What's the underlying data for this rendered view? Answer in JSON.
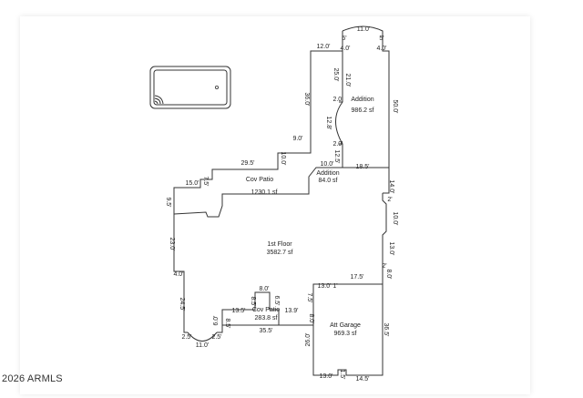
{
  "copyright": "2026 ARMLS",
  "colors": {
    "line": "#333333",
    "text": "#222222",
    "background": "#ffffff"
  },
  "areas": {
    "addition_main": {
      "name": "Addition",
      "sf": "986.2 sf"
    },
    "addition_small": {
      "name": "Addition",
      "sf": "84.0 sf"
    },
    "cov_patio_top": {
      "name": "Cov Patio",
      "sf": "1230.1 sf"
    },
    "first_floor": {
      "name": "1st Floor",
      "sf": "3582.7 sf"
    },
    "cov_patio_bottom": {
      "name": "Cov Patio",
      "sf": "283.8 sf"
    },
    "garage": {
      "name": "Att Garage",
      "sf": "969.3 sf"
    }
  },
  "dimensions": {
    "d_11_top": "11.0'",
    "d_5a": "5'",
    "d_5b": "5'",
    "d_4a": "4.0'",
    "d_4b": "4.0'",
    "d_12": "12.0'",
    "d_25": "25.0'",
    "d_21": "21.0'",
    "d_50": "50.0'",
    "d_36": "36.0'",
    "d_2a": "2.0'",
    "d_128": "12.8'",
    "d_2b": "2.0'",
    "d_9": "9.0'",
    "d_125": "12.5'",
    "d_10a": "10.0'",
    "d_295": "29.5'",
    "d_10b": "10.0'",
    "d_185": "18.5'",
    "d_15": "15.0'",
    "d_75": "7.5'",
    "d_95": "9.5'",
    "d_14": "14.0'",
    "d_2c": "2'",
    "d_10c": "10.0'",
    "d_23": "23.0'",
    "d_13a": "13.0'",
    "d_2d": "2'",
    "d_4c": "4.0'",
    "d_8a": "8.0'",
    "d_175": "17.5'",
    "d_13b": "13.0'",
    "d_1a": "1'",
    "d_8b": "8.0'",
    "d_245": "24.5'",
    "d_85": "8.5'",
    "d_65": "6.5'",
    "d_75b": "7.5'",
    "d_135": "13.5'",
    "d_139": "13.9'",
    "d_6": "6.0'",
    "d_8c": "8.5'",
    "d_8d": "8.0'",
    "d_365": "36.5'",
    "d_25a": "2.5'",
    "d_25b": "2.5'",
    "d_355": "35.5'",
    "d_26": "26.0'",
    "d_11_bot": "11.0'",
    "d_13c": "13.0'",
    "d_1b": "1.5'",
    "d_145": "14.5'"
  }
}
